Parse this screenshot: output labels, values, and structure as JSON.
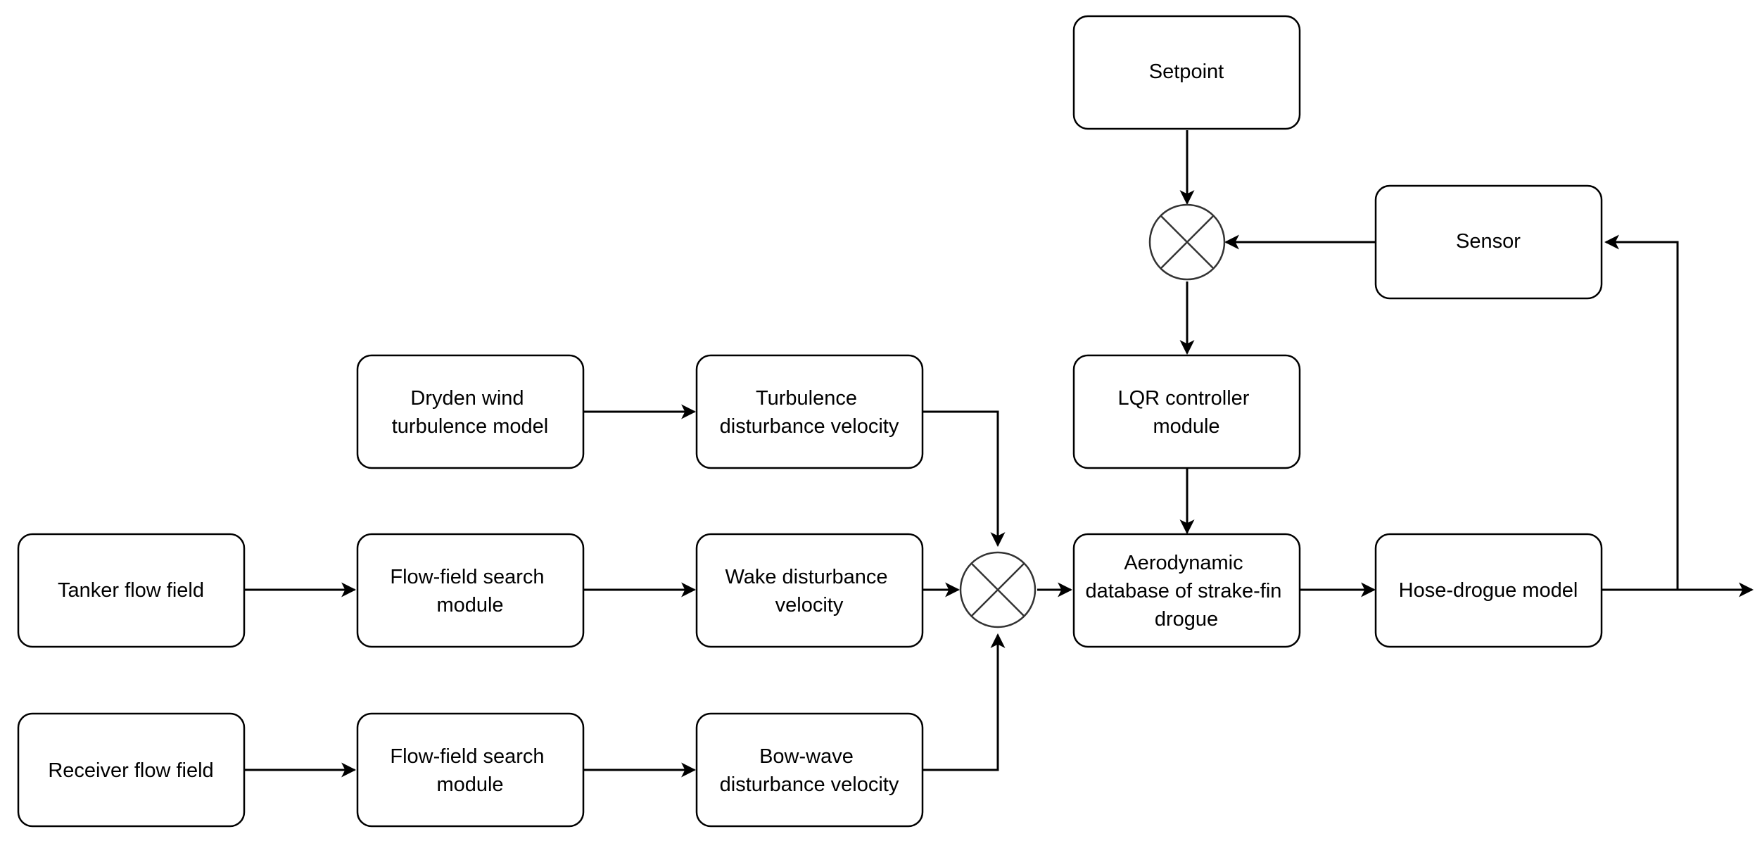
{
  "nodes": {
    "setpoint": "Setpoint",
    "sensor": "Sensor",
    "dryden": [
      "Dryden wind",
      "turbulence model"
    ],
    "turbulence_velocity": [
      "Turbulence",
      "disturbance velocity"
    ],
    "lqr": [
      "LQR controller",
      "module"
    ],
    "tanker": "Tanker flow field",
    "search_tanker": [
      "Flow-field search",
      "module"
    ],
    "wake_velocity": [
      "Wake disturbance",
      "velocity"
    ],
    "aero_db": [
      "Aerodynamic",
      "database of strake-fin",
      "drogue"
    ],
    "hose_drogue": "Hose-drogue model",
    "receiver": "Receiver flow field",
    "search_receiver": [
      "Flow-field search",
      "module"
    ],
    "bow_wave_velocity": [
      "Bow-wave",
      "disturbance velocity"
    ]
  },
  "colors": {
    "stroke": "#000000",
    "junction_stroke": "#333333",
    "fill": "#ffffff"
  }
}
